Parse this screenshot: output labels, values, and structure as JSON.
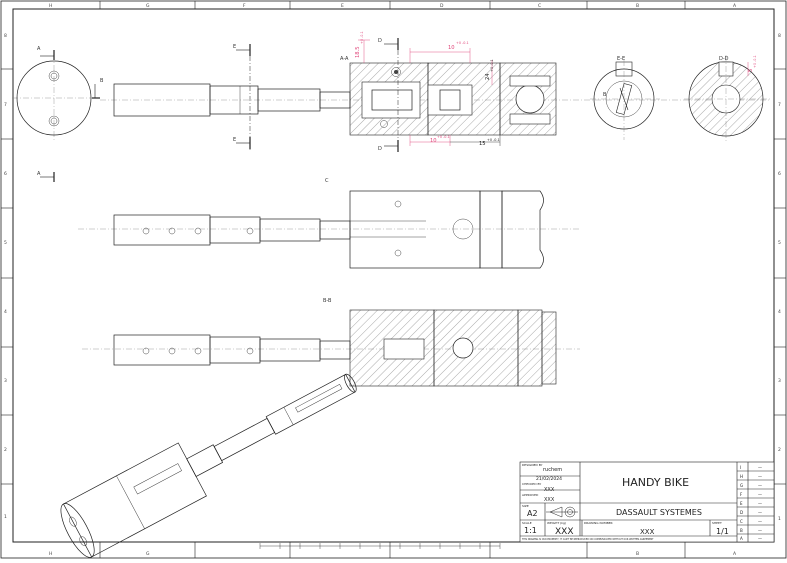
{
  "zones": {
    "columns": [
      "H",
      "G",
      "F",
      "E",
      "D",
      "C",
      "B",
      "A"
    ],
    "rows": [
      "8",
      "7",
      "6",
      "5",
      "4",
      "3",
      "2",
      "1"
    ]
  },
  "views": {
    "a_a": "A-A",
    "b_b": "B-B",
    "c": "C",
    "e_e": "E-E",
    "d_d": "D-D",
    "a_marker": "A",
    "b_marker": "B",
    "d_marker": "D",
    "e_marker": "E"
  },
  "dimensions": {
    "d1": "10",
    "d1_tol": "+0 -0.1",
    "d2": "18.5",
    "d2_tol": "+0 -0.1",
    "d3": "24",
    "d3_tol": "+0 -0.1",
    "d4": "10",
    "d4_tol": "+0 -0.1",
    "d5": "15",
    "d5_tol": "+0 -0.1",
    "d6": "5",
    "d6_tol": "+0 -0.1"
  },
  "title_block": {
    "designed_by_label": "DESIGNED BY",
    "designer": "ruchem",
    "date": "21/02/2024",
    "checked_label": "CHECKED BY",
    "checked": "XXX",
    "approved_label": "APPROVED",
    "approved": "XXX",
    "size_label": "SIZE",
    "size": "A2",
    "scale_label": "SCALE",
    "scale": "1:1",
    "weight_label": "WEIGHT (kg)",
    "weight": "XXX",
    "drawing_no_label": "DRAWING NUMBER",
    "drawing_no": "XXX",
    "sheet_label": "SHEET",
    "sheet": "1/1",
    "title": "HANDY BIKE",
    "company": "DASSAULT SYSTEMES",
    "notice": "THIS DRAWING IS OUR PROPERTY; IT CAN'T BE REPRODUCED OR COMMUNICATED WITHOUT OUR WRITTEN AGREEMENT",
    "revisions": [
      "I",
      "H",
      "G",
      "F",
      "E",
      "D",
      "C",
      "B",
      "A"
    ],
    "rev_placeholder": "—"
  }
}
